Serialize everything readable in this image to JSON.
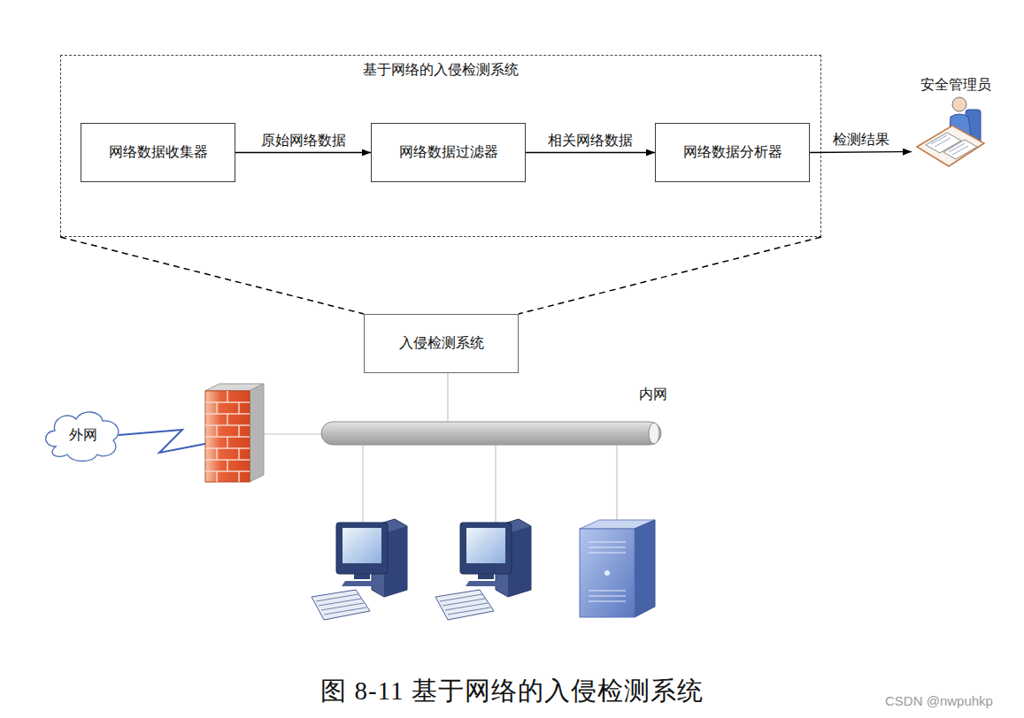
{
  "diagram": {
    "caption": "图 8-11 基于网络的入侵检测系统",
    "nodes": [
      {
        "text": [
          "基于网络的入侵检测系统"
        ]
      },
      {
        "text": [
          "网络数据收集器"
        ],
        "in": 0
      },
      {
        "text": [
          "网络数据过滤器"
        ],
        "in": 0
      },
      {
        "text": [
          "网络数据分析器"
        ],
        "in": 0
      },
      {
        "text": [
          "安全管理员"
        ]
      },
      {
        "text": [
          "入侵检测系统"
        ]
      },
      {
        "text": [
          "外网"
        ]
      }
    ],
    "edges": [
      {
        "from": 1,
        "to": 2,
        "label": "原始网络数据",
        "arrow": "to"
      },
      {
        "from": 2,
        "to": 3,
        "label": "相关网络数据",
        "arrow": "to"
      },
      {
        "from": 3,
        "to": 4,
        "label": "检测结果",
        "arrow": "to"
      },
      {
        "from": 0,
        "to": 5,
        "arrow": "none"
      },
      {
        "from": 0,
        "to": 5,
        "arrow": "none"
      }
    ],
    "labels": [
      "内网",
      "CSDN @nwpuhkp"
    ]
  }
}
